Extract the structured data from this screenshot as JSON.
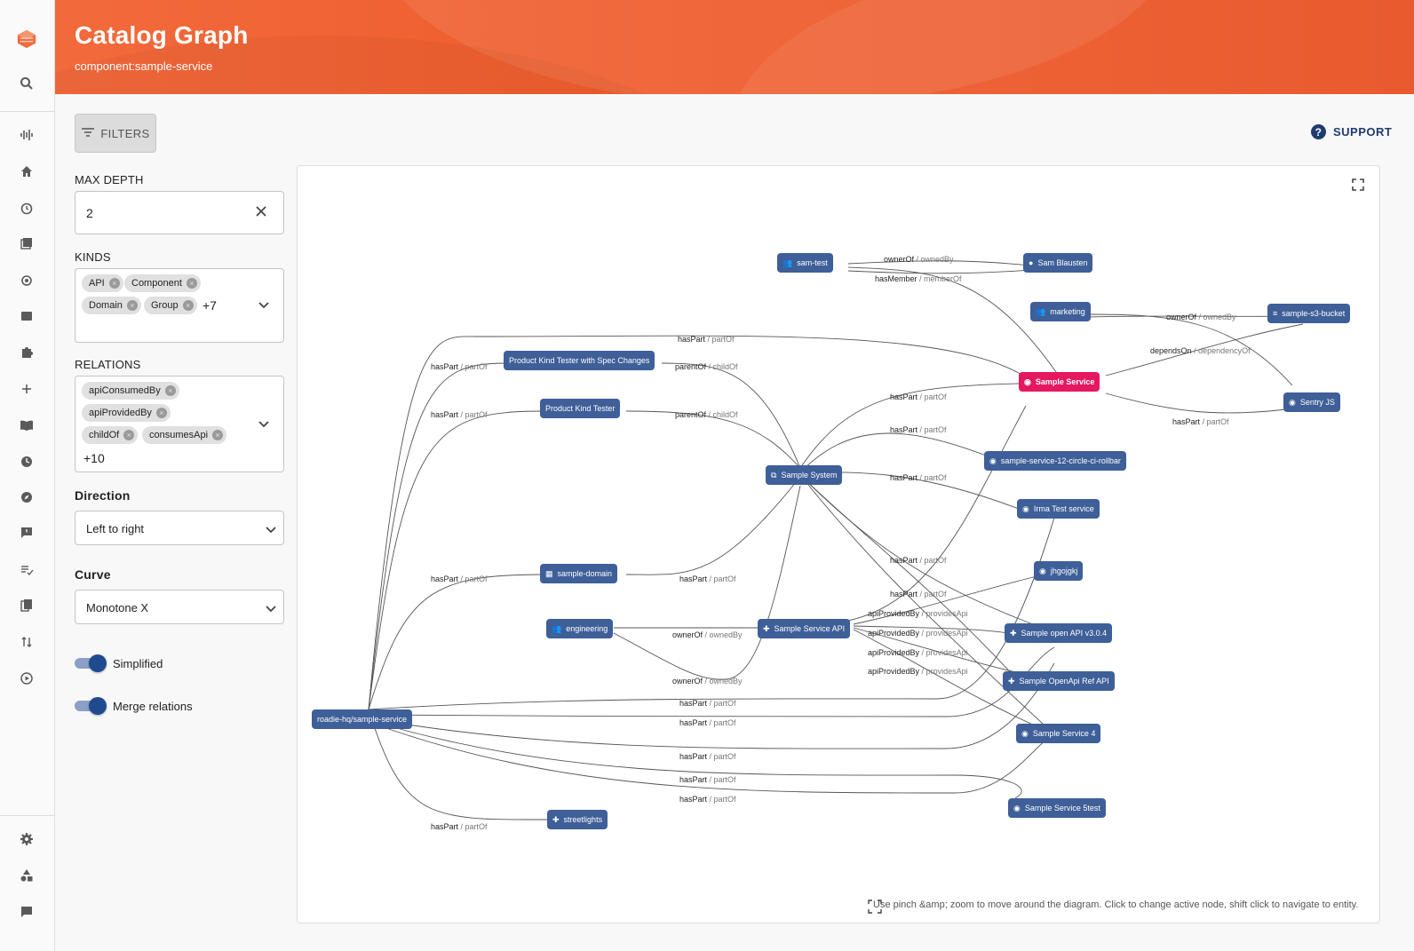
{
  "header": {
    "title": "Catalog Graph",
    "subtitle": "component:sample-service"
  },
  "toolbar": {
    "filters_label": "FILTERS",
    "support_label": "SUPPORT"
  },
  "filters": {
    "max_depth": {
      "label": "MAX DEPTH",
      "value": "2"
    },
    "kinds": {
      "label": "KINDS",
      "chips": [
        "API",
        "Component",
        "Domain",
        "Group"
      ],
      "more": "+7"
    },
    "relations": {
      "label": "RELATIONS",
      "chips": [
        "apiConsumedBy",
        "apiProvidedBy",
        "childOf",
        "consumesApi"
      ],
      "more": "+10"
    },
    "direction": {
      "label": "Direction",
      "value": "Left to right"
    },
    "curve": {
      "label": "Curve",
      "value": "Monotone X"
    },
    "simplified": {
      "label": "Simplified",
      "on": true
    },
    "merge_relations": {
      "label": "Merge relations",
      "on": true
    }
  },
  "graph": {
    "hint": "Use pinch &amp; zoom to move around the diagram. Click to change active node, shift click to navigate to entity.",
    "nodes": {
      "sam_test": "sam-test",
      "sam_blausten": "Sam Blausten",
      "marketing": "marketing",
      "sample_s3_bucket": "sample-s3-bucket",
      "pkt_spec": "Product Kind Tester with Spec Changes",
      "pkt": "Product Kind Tester",
      "sample_service": "Sample Service",
      "sentry_js": "Sentry JS",
      "sample_system": "Sample System",
      "circle_ci": "sample-service-12-circle-ci-rollbar",
      "irma": "Irma Test service",
      "jhgojgkj": "jhgojgkj",
      "sample_domain": "sample-domain",
      "engineering": "engineering",
      "sample_service_api": "Sample Service API",
      "open_api": "Sample open API v3.0.4",
      "openapi_ref": "Sample OpenApi Ref API",
      "roadie": "roadie-hq/sample-service",
      "sample_service_4": "Sample Service 4",
      "sample_service_5test": "Sample Service 5test",
      "streetlights": "streetlights"
    },
    "edge_labels": {
      "owner_of": "ownerOf",
      "owned_by": "ownedBy",
      "has_member": "hasMember",
      "member_of": "memberOf",
      "has_part": "hasPart",
      "part_of": "partOf",
      "parent_of": "parentOf",
      "child_of": "childOf",
      "depends_on": "dependsOn",
      "dependency_of": "dependencyOf",
      "api_provided_by": "apiProvidedBy",
      "provides_api": "providesApi",
      "sep": " / "
    }
  }
}
